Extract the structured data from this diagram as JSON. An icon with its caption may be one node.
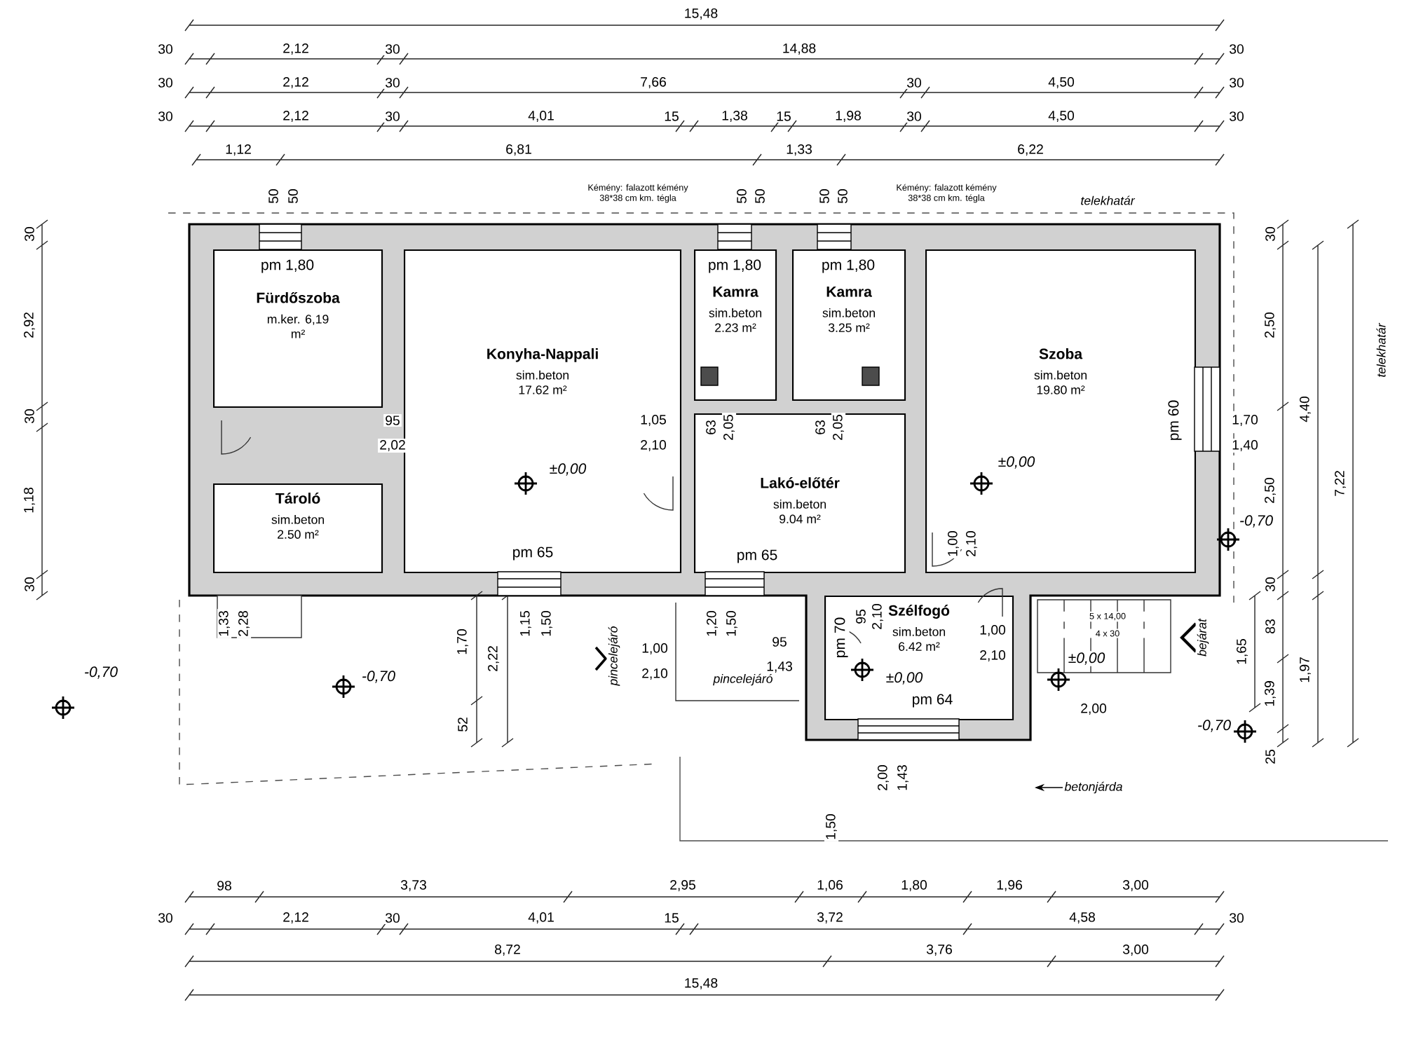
{
  "diagram": {
    "nodes": [
      {
        "text": [
          "Fürdőszoba",
          "m.ker. 6,19 m²"
        ]
      },
      {
        "text": [
          "Konyha-Nappali",
          "sim.beton 17.62 m²"
        ]
      },
      {
        "text": [
          "Kamra",
          "sim.beton 2.23 m²"
        ]
      },
      {
        "text": [
          "Kamra",
          "sim.beton 3.25 m²"
        ]
      },
      {
        "text": [
          "Szoba",
          "sim.beton 19.80 m²"
        ]
      },
      {
        "text": [
          "Tároló",
          "sim.beton 2.50 m²"
        ]
      },
      {
        "text": [
          "Lakó-előtér",
          "sim.beton 9.04 m²"
        ]
      },
      {
        "text": [
          "Szélfogó",
          "sim.beton 6.42 m²"
        ]
      }
    ],
    "labels": [
      "15,48",
      "30",
      "2,12",
      "30",
      "14,88",
      "30",
      "30",
      "2,12",
      "30",
      "7,66",
      "30",
      "4,50",
      "30",
      "30",
      "2,12",
      "30",
      "4,01",
      "15",
      "1,38",
      "15",
      "1,98",
      "30",
      "4,50",
      "30",
      "1,12",
      "6,81",
      "1,33",
      "6,22",
      "30",
      "2,92",
      "30",
      "1,18",
      "30",
      "-0,70",
      "50",
      "50",
      "Kémény: falazott kémény 38*38 cm km. tégla",
      "50",
      "50",
      "50",
      "50",
      "Kémény: falazott kémény 38*38 cm km. tégla",
      "telekhatár",
      "pm 1,80",
      "95",
      "2,02",
      "1,05",
      "2,10",
      "pm 1,80",
      "pm 1,80",
      "63",
      "2,05",
      "63",
      "2,05",
      "±0,00",
      "pm 65",
      "pm 65",
      "±0,00",
      "pm 60",
      "1,70",
      "1,40",
      "-0,70",
      "30",
      "2,50",
      "2,50",
      "30",
      "83",
      "1,39",
      "25",
      "4,40",
      "1,97",
      "7,22",
      "1,65",
      "telekhatár",
      "1,33",
      "2,28",
      "-0,70",
      "1,70",
      "2,22",
      "52",
      "1,15",
      "1,50",
      "pincelejáró",
      "1,00",
      "2,10",
      "1,20",
      "1,50",
      "pincelejáró",
      "95",
      "1,43",
      "1,00",
      "2,10",
      "pm 70",
      "95",
      "2,10",
      "1,00",
      "2,10",
      "±0,00",
      "pm 64",
      "5 x 14,00",
      "4 x 30",
      "±0,00",
      "bejárat",
      "2,00",
      "-0,70",
      "2,00",
      "1,43",
      "1,50",
      "betonjárda",
      "98",
      "3,73",
      "2,95",
      "1,06",
      "1,80",
      "1,96",
      "3,00",
      "30",
      "2,12",
      "30",
      "4,01",
      "15",
      "3,72",
      "4,58",
      "30",
      "8,72",
      "3,76",
      "3,00",
      "15,48"
    ]
  }
}
